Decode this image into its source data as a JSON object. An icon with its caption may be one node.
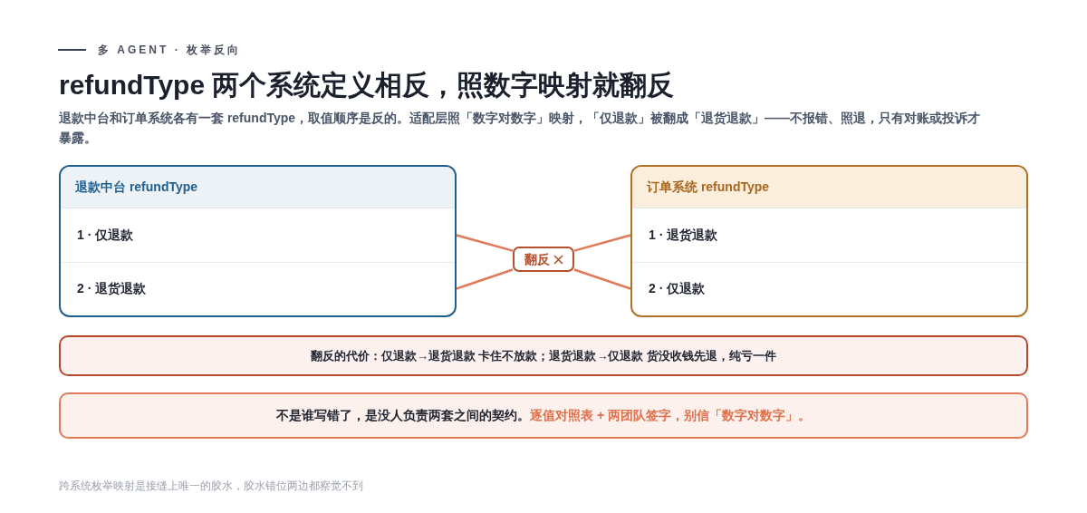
{
  "diagram": {
    "title": "refundType 两个系统定义相反，照数字映射就翻反",
    "caption": "跨系统枚举映射是接缝上唯一的胶水，胶水错位两边都察觉不到",
    "nodes": [
      {
        "text": [
          "退款中台 refundType"
        ]
      },
      {
        "text": [
          "1 · 仅退款"
        ],
        "in": 0
      },
      {
        "text": [
          "2 · 退货退款"
        ],
        "in": 0
      },
      {
        "text": [
          "订单系统 refundType"
        ]
      },
      {
        "text": [
          "1 · 退货退款"
        ],
        "in": 3
      },
      {
        "text": [
          "2 · 仅退款"
        ],
        "in": 3
      },
      {
        "text": [
          "翻反"
        ]
      },
      {
        "text": [
          "翻反的代价：仅退款→退货退款 卡住不放款；退货退款→仅退款 货没收钱先退，纯亏一件"
        ]
      },
      {
        "text": [
          "不是谁写错了，是没人负责两套之间的契约。",
          "逐值对照表 + 两团队签字，别信「数字对数字」。"
        ]
      }
    ],
    "edges": [
      {
        "from": 1,
        "to": 6,
        "arrow": "none"
      },
      {
        "from": 6,
        "to": 5,
        "arrow": "none"
      },
      {
        "from": 2,
        "to": 6,
        "arrow": "none"
      },
      {
        "from": 6,
        "to": 4,
        "arrow": "none"
      }
    ],
    "labels": [
      "多 AGENT · 枚举反向",
      "退款中台和订单系统各有一套 refundType，取值顺序是反的。适配层照「数字对数字」映射，「仅退款」被翻成「退货退款」——不报错、照退，只有对账或投诉才暴露。"
    ]
  }
}
